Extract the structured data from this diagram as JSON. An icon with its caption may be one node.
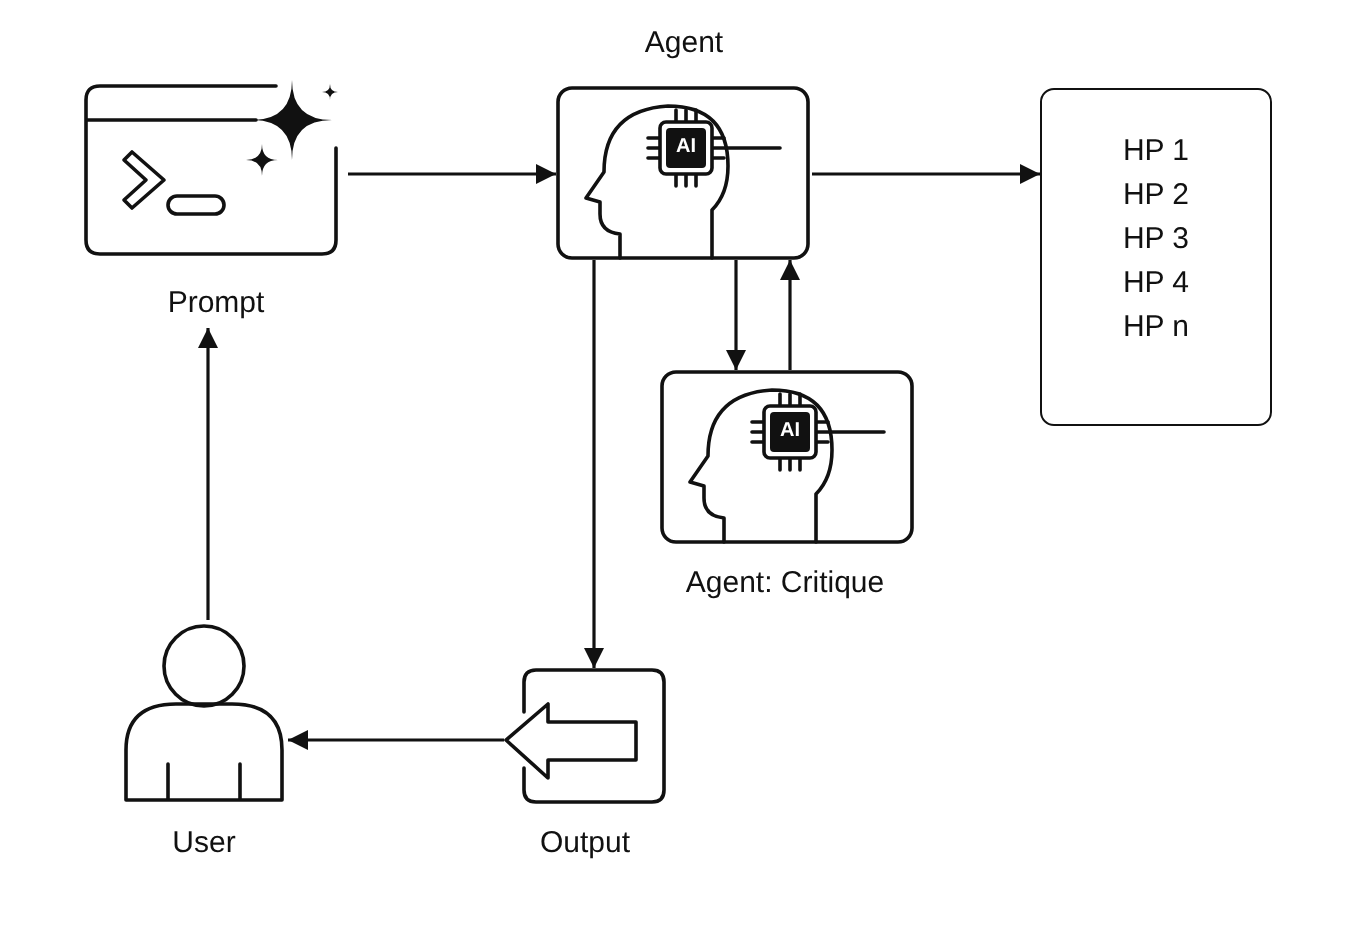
{
  "diagram": {
    "nodes": [
      {
        "text": [
          "Prompt"
        ]
      },
      {
        "text": [
          "Agent"
        ]
      },
      {
        "text": [
          "HP 1",
          "HP 2",
          "HP 3",
          "HP 4",
          "HP n"
        ]
      },
      {
        "text": [
          "Agent: Critique"
        ]
      },
      {
        "text": [
          "Output"
        ]
      },
      {
        "text": [
          "User"
        ]
      }
    ],
    "edges": [
      {
        "from": 0,
        "to": 1,
        "arrow": "to"
      },
      {
        "from": 1,
        "to": 2,
        "arrow": "to"
      },
      {
        "from": 1,
        "to": 3,
        "arrow": "to"
      },
      {
        "from": 3,
        "to": 1,
        "arrow": "to"
      },
      {
        "from": 1,
        "to": 4,
        "arrow": "to"
      },
      {
        "from": 4,
        "to": 5,
        "arrow": "to"
      },
      {
        "from": 5,
        "to": 0,
        "arrow": "to"
      }
    ],
    "labels": [
      "AI",
      "AI"
    ]
  }
}
